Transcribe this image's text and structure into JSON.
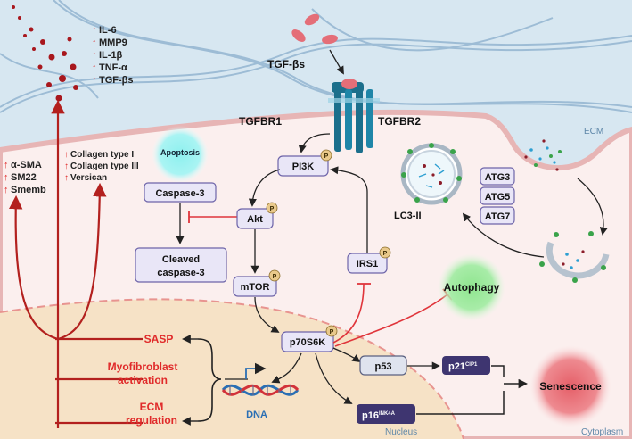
{
  "ligand": {
    "label": "TGF-βs"
  },
  "receptors": {
    "r1": "TGFBR1",
    "r2": "TGFBR2"
  },
  "regions": {
    "ecm": "ECM",
    "cytoplasm": "Cytoplasm",
    "nucleus": "Nucleus"
  },
  "secreted_factors": [
    {
      "label": "IL-6"
    },
    {
      "label": "MMP9"
    },
    {
      "label": "IL-1β"
    },
    {
      "label": "TNF-α"
    },
    {
      "label": "TGF-βs"
    }
  ],
  "ecm_genes": [
    {
      "label": "Collagen type I"
    },
    {
      "label": "Collagen type III"
    },
    {
      "label": "Versican"
    }
  ],
  "myofibroblast_markers": [
    {
      "label": "α-SMA"
    },
    {
      "label": "SM22"
    },
    {
      "label": "Smemb"
    }
  ],
  "nodes": {
    "apoptosis": "Apoptosis",
    "caspase3": "Caspase-3",
    "cleaved_caspase3_line1": "Cleaved",
    "cleaved_caspase3_line2": "caspase-3",
    "pi3k": "PI3K",
    "akt": "Akt",
    "mtor": "mTOR",
    "irs1": "IRS1",
    "p70s6k": "p70S6K",
    "autophagy": "Autophagy",
    "lc3": "LC3-II",
    "atg3": "ATG3",
    "atg5": "ATG5",
    "atg7": "ATG7",
    "p53": "p53",
    "p21": "p21",
    "p21_sup": "CIP1",
    "p16": "p16",
    "p16_sup": "INK4A",
    "senescence": "Senescence",
    "dna": "DNA",
    "phospho": "P"
  },
  "outcomes": {
    "sasp": "SASP",
    "myofibroblast_line1": "Myofibroblast",
    "myofibroblast_line2": "activation",
    "ecm_line1": "ECM",
    "ecm_line2": "regulation"
  },
  "colors": {
    "ecm_bg": "#d7e7f1",
    "cytoplasm_bg": "#fbefee",
    "nucleus_bg": "#f6e2c6",
    "node_fill": "#e9e6f7",
    "node_stroke": "#6e64a9",
    "dark_node": "#3e3570",
    "phospho": "#e9c98b",
    "inhibit_red": "#e0353b",
    "outcome_red": "#e02a2a",
    "autophagy_green": "#9be89b",
    "senescence_red": "#e96a72",
    "apoptosis_cyan": "#8ef0ef",
    "receptor_teal": "#1b6f8c"
  }
}
